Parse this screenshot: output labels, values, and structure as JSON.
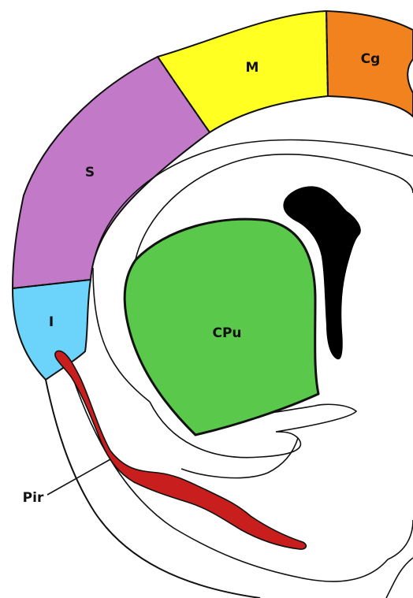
{
  "labels": {
    "cg": "Cg",
    "m": "M",
    "s": "S",
    "i": "I",
    "cpu": "CPu",
    "pir": "Pir"
  },
  "colors": {
    "cg": "#F2821E",
    "m": "#FFFF22",
    "s": "#C27AC8",
    "i": "#6CD4FA",
    "cpu": "#5AC84A",
    "pir": "#C81E1E",
    "ventricle": "#000000",
    "outline": "#111111",
    "background": "#FFFFFF"
  }
}
